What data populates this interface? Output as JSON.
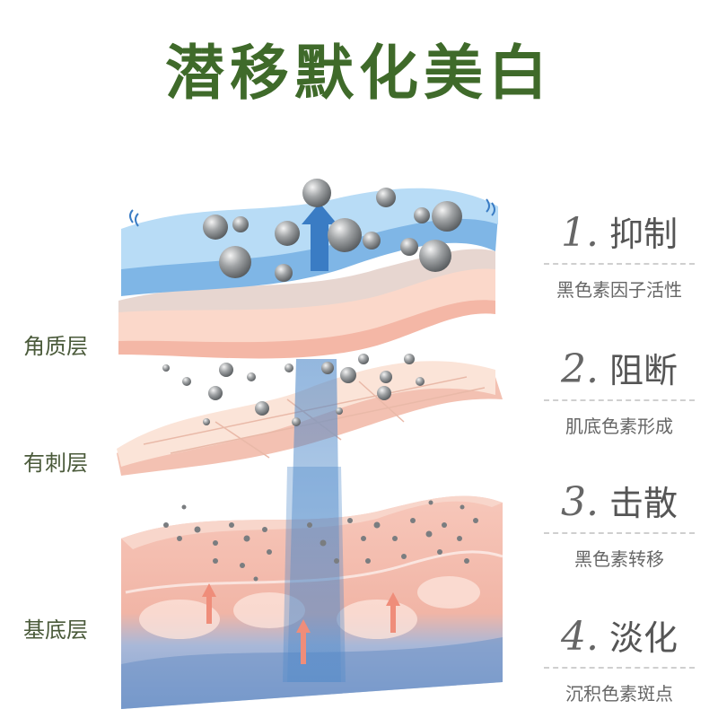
{
  "title": "潜移默化美白",
  "layers": [
    {
      "label": "角质层"
    },
    {
      "label": "有刺层"
    },
    {
      "label": "基底层"
    }
  ],
  "steps": [
    {
      "number": "1.",
      "heading": "抑制",
      "description": "黑色素因子活性"
    },
    {
      "number": "2.",
      "heading": "阻断",
      "description": "肌底色素形成"
    },
    {
      "number": "3.",
      "heading": "击散",
      "description": "黑色素转移"
    },
    {
      "number": "4.",
      "heading": "淡化",
      "description": "沉积色素斑点"
    }
  ],
  "colors": {
    "title": "#3f6a2a",
    "beam": "#4a86c8",
    "water": "#8fc3ef",
    "skin": "#f6cdbe",
    "base_blue": "#7fa2d2"
  }
}
